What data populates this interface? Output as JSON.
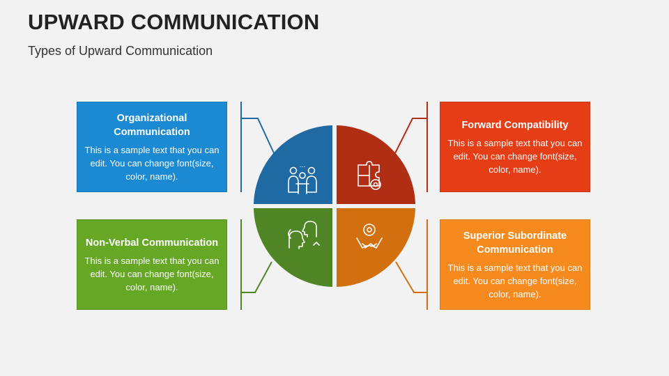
{
  "header": {
    "title": "UPWARD COMMUNICATION",
    "subtitle": "Types of Upward Communication"
  },
  "boxes": [
    {
      "heading": "Organizational Communication",
      "text": "This is a sample text that you can edit. You can change font(size, color, name).",
      "color": "#1b8ad3",
      "icon": "team-meeting-icon"
    },
    {
      "heading": "Forward Compatibility",
      "text": "This is a sample text that you can edit. You can change font(size, color, name).",
      "color": "#e53e16",
      "icon": "puzzle-gear-icon"
    },
    {
      "heading": "Non-Verbal Communication",
      "text": "This is a sample text that you can edit. You can change font(size, color, name).",
      "color": "#66a726",
      "icon": "faces-dialogue-icon"
    },
    {
      "heading": "Superior Subordinate Communication",
      "text": "This is a sample text that you can edit. You can change font(size, color, name).",
      "color": "#f58b1f",
      "icon": "handshake-gear-icon"
    }
  ],
  "quadrant_colors": [
    "#1f6aa3",
    "#b02f14",
    "#4f8524",
    "#d2700f"
  ]
}
